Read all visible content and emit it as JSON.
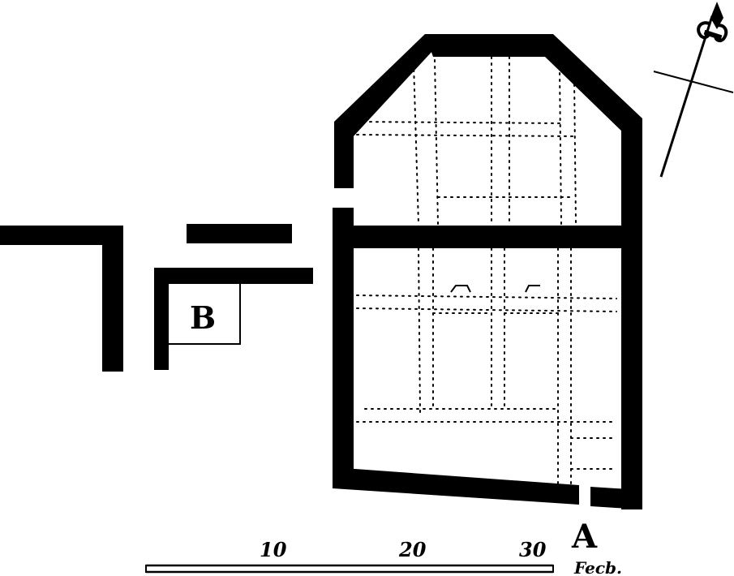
{
  "labels": {
    "entrance": "A",
    "room": "B"
  },
  "scale_bar": {
    "ticks": [
      "10",
      "20",
      "30"
    ],
    "unit": "Fecb."
  },
  "icons": {
    "north_arrow": "fleur-de-lis-north-arrow-icon"
  }
}
